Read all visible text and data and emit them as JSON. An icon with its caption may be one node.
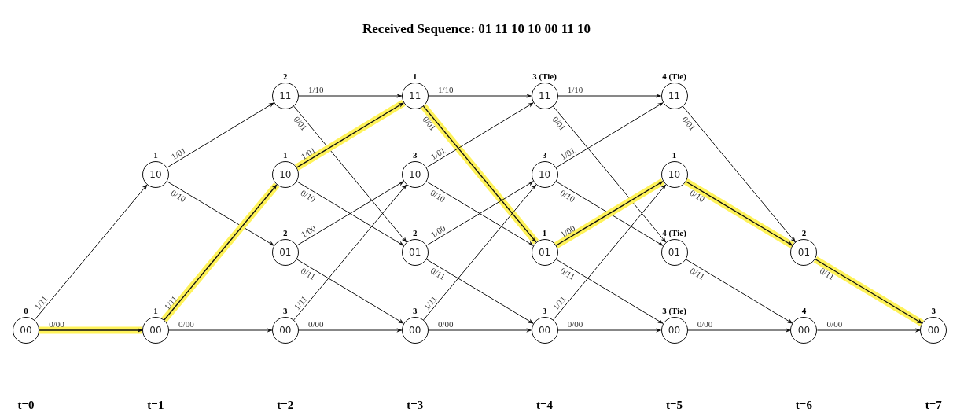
{
  "diagram": {
    "title": "Received Sequence: 01 11 10 10 00 11 10",
    "nodes": [
      {
        "text": [
          "00"
        ],
        "beside": [
          "0"
        ]
      },
      {
        "text": [
          "10"
        ],
        "beside": [
          "1"
        ]
      },
      {
        "text": [
          "00"
        ],
        "beside": [
          "1"
        ]
      },
      {
        "text": [
          "11"
        ],
        "beside": [
          "2"
        ]
      },
      {
        "text": [
          "10"
        ],
        "beside": [
          "1"
        ]
      },
      {
        "text": [
          "01"
        ],
        "beside": [
          "2"
        ]
      },
      {
        "text": [
          "00"
        ],
        "beside": [
          "3"
        ]
      },
      {
        "text": [
          "11"
        ],
        "beside": [
          "1"
        ]
      },
      {
        "text": [
          "10"
        ],
        "beside": [
          "3"
        ]
      },
      {
        "text": [
          "01"
        ],
        "beside": [
          "2"
        ]
      },
      {
        "text": [
          "00"
        ],
        "beside": [
          "3"
        ]
      },
      {
        "text": [
          "11"
        ],
        "beside": [
          "3 (Tie)"
        ]
      },
      {
        "text": [
          "10"
        ],
        "beside": [
          "3"
        ]
      },
      {
        "text": [
          "01"
        ],
        "beside": [
          "1"
        ]
      },
      {
        "text": [
          "00"
        ],
        "beside": [
          "3"
        ]
      },
      {
        "text": [
          "11"
        ],
        "beside": [
          "4 (Tie)"
        ]
      },
      {
        "text": [
          "10"
        ],
        "beside": [
          "1"
        ]
      },
      {
        "text": [
          "01"
        ],
        "beside": [
          "4 (Tie)"
        ]
      },
      {
        "text": [
          "00"
        ],
        "beside": [
          "3 (Tie)"
        ]
      },
      {
        "text": [
          "01"
        ],
        "beside": [
          "2"
        ]
      },
      {
        "text": [
          "00"
        ],
        "beside": [
          "4"
        ]
      },
      {
        "text": [
          "00"
        ],
        "beside": [
          "3"
        ]
      }
    ],
    "edges": [
      {
        "from": 0,
        "to": 2,
        "arrow": "to",
        "label": "0/00",
        "style": "thick",
        "color": "#fff35a"
      },
      {
        "from": 0,
        "to": 1,
        "arrow": "to",
        "label": "1/11"
      },
      {
        "from": 1,
        "to": 3,
        "arrow": "to",
        "label": "1/01"
      },
      {
        "from": 1,
        "to": 5,
        "arrow": "to",
        "label": "0/10"
      },
      {
        "from": 2,
        "to": 6,
        "arrow": "to",
        "label": "0/00"
      },
      {
        "from": 2,
        "to": 4,
        "arrow": "to",
        "label": "1/11",
        "style": "thick",
        "color": "#fff35a"
      },
      {
        "from": 3,
        "to": 7,
        "arrow": "to",
        "label": "1/10"
      },
      {
        "from": 3,
        "to": 9,
        "arrow": "to",
        "label": "0/01"
      },
      {
        "from": 4,
        "to": 7,
        "arrow": "to",
        "label": "1/01",
        "style": "thick",
        "color": "#fff35a"
      },
      {
        "from": 4,
        "to": 9,
        "arrow": "to",
        "label": "0/10"
      },
      {
        "from": 5,
        "to": 8,
        "arrow": "to",
        "label": "1/00"
      },
      {
        "from": 5,
        "to": 10,
        "arrow": "to",
        "label": "0/11"
      },
      {
        "from": 6,
        "to": 10,
        "arrow": "to",
        "label": "0/00"
      },
      {
        "from": 6,
        "to": 8,
        "arrow": "to",
        "label": "1/11"
      },
      {
        "from": 7,
        "to": 11,
        "arrow": "to",
        "label": "1/10"
      },
      {
        "from": 7,
        "to": 13,
        "arrow": "to",
        "label": "0/01",
        "style": "thick",
        "color": "#fff35a"
      },
      {
        "from": 8,
        "to": 11,
        "arrow": "to",
        "label": "1/01"
      },
      {
        "from": 8,
        "to": 13,
        "arrow": "to",
        "label": "0/10"
      },
      {
        "from": 9,
        "to": 12,
        "arrow": "to",
        "label": "1/00"
      },
      {
        "from": 9,
        "to": 14,
        "arrow": "to",
        "label": "0/11"
      },
      {
        "from": 10,
        "to": 14,
        "arrow": "to",
        "label": "0/00"
      },
      {
        "from": 10,
        "to": 12,
        "arrow": "to",
        "label": "1/11"
      },
      {
        "from": 11,
        "to": 15,
        "arrow": "to",
        "label": "1/10"
      },
      {
        "from": 11,
        "to": 17,
        "arrow": "to",
        "label": "0/01"
      },
      {
        "from": 12,
        "to": 15,
        "arrow": "to",
        "label": "1/01"
      },
      {
        "from": 12,
        "to": 17,
        "arrow": "to",
        "label": "0/10"
      },
      {
        "from": 13,
        "to": 16,
        "arrow": "to",
        "label": "1/00",
        "style": "thick",
        "color": "#fff35a"
      },
      {
        "from": 13,
        "to": 18,
        "arrow": "to",
        "label": "0/11"
      },
      {
        "from": 14,
        "to": 18,
        "arrow": "to",
        "label": "0/00"
      },
      {
        "from": 14,
        "to": 16,
        "arrow": "to",
        "label": "1/11"
      },
      {
        "from": 15,
        "to": 19,
        "arrow": "to",
        "label": "0/01"
      },
      {
        "from": 16,
        "to": 19,
        "arrow": "to",
        "label": "0/10",
        "style": "thick",
        "color": "#fff35a"
      },
      {
        "from": 17,
        "to": 20,
        "arrow": "to",
        "label": "0/11"
      },
      {
        "from": 18,
        "to": 20,
        "arrow": "to",
        "label": "0/00"
      },
      {
        "from": 19,
        "to": 21,
        "arrow": "to",
        "label": "0/11",
        "style": "thick",
        "color": "#fff35a"
      },
      {
        "from": 20,
        "to": 21,
        "arrow": "to",
        "label": "0/00"
      }
    ],
    "labels": [
      "t=0",
      "t=1",
      "t=2",
      "t=3",
      "t=4",
      "t=5",
      "t=6",
      "t=7"
    ]
  }
}
